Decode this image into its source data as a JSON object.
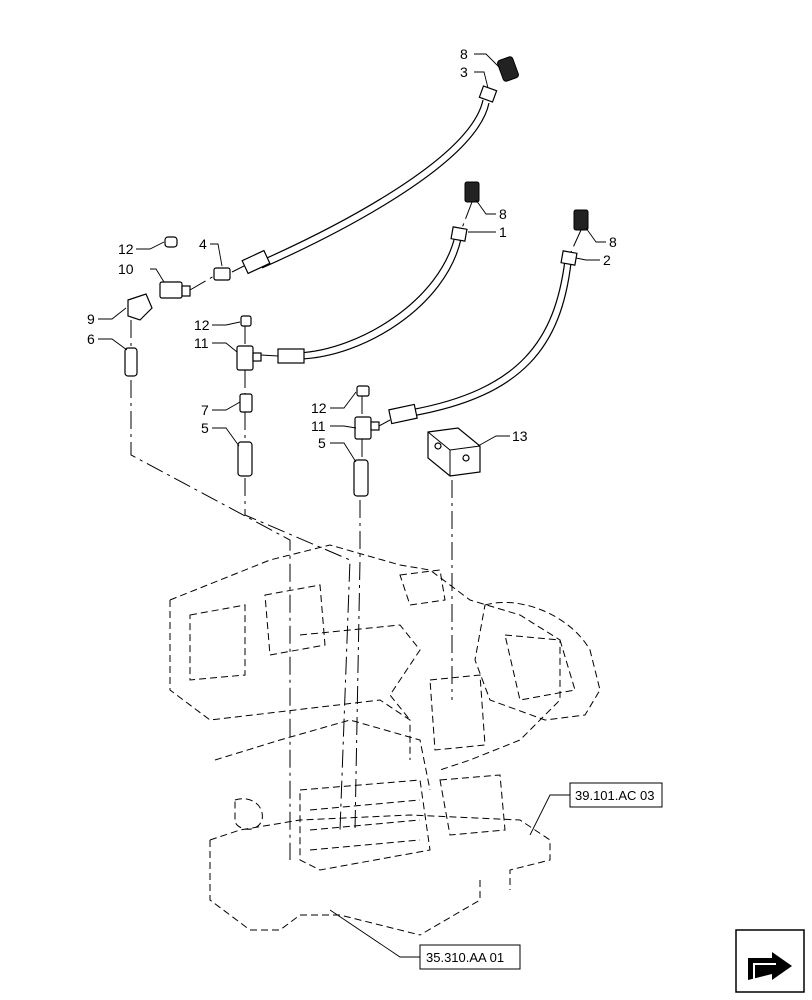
{
  "callouts": {
    "c8a": "8",
    "c3": "3",
    "c8b": "8",
    "c1": "1",
    "c8c": "8",
    "c2": "2",
    "c12a": "12",
    "c4": "4",
    "c10": "10",
    "c9": "9",
    "c6": "6",
    "c12b": "12",
    "c11a": "11",
    "c7": "7",
    "c5a": "5",
    "c12c": "12",
    "c11b": "11",
    "c5b": "5",
    "c13": "13"
  },
  "references": {
    "ref1": "39.101.AC 03",
    "ref2": "35.310.AA 01"
  },
  "icons": {
    "nav": "view-direction-arrow-icon"
  }
}
